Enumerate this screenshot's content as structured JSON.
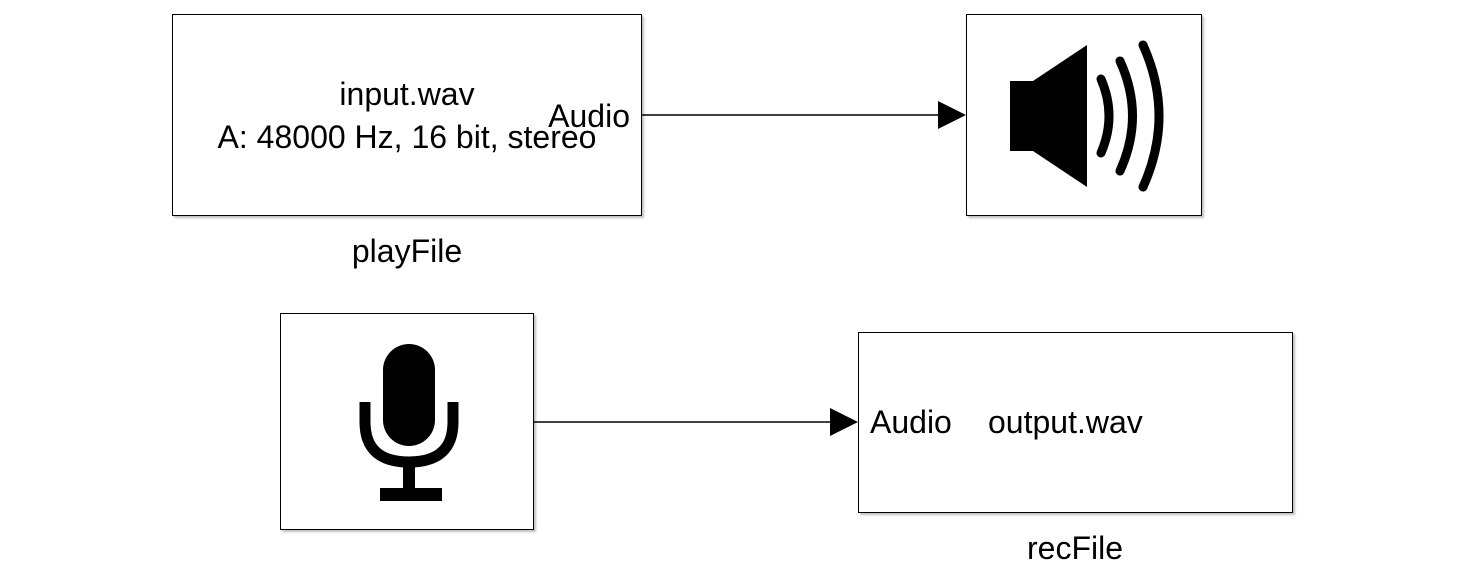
{
  "blocks": {
    "play_file": {
      "name": "playFile",
      "line1": "input.wav",
      "line2": "A: 48000 Hz, 16 bit, stereo",
      "output_port": "Audio"
    },
    "speaker": {
      "icon": "speaker-icon"
    },
    "microphone": {
      "icon": "microphone-icon"
    },
    "rec_file": {
      "name": "recFile",
      "filename": "output.wav",
      "input_port": "Audio"
    }
  },
  "colors": {
    "line": "#000000",
    "background": "#ffffff"
  }
}
